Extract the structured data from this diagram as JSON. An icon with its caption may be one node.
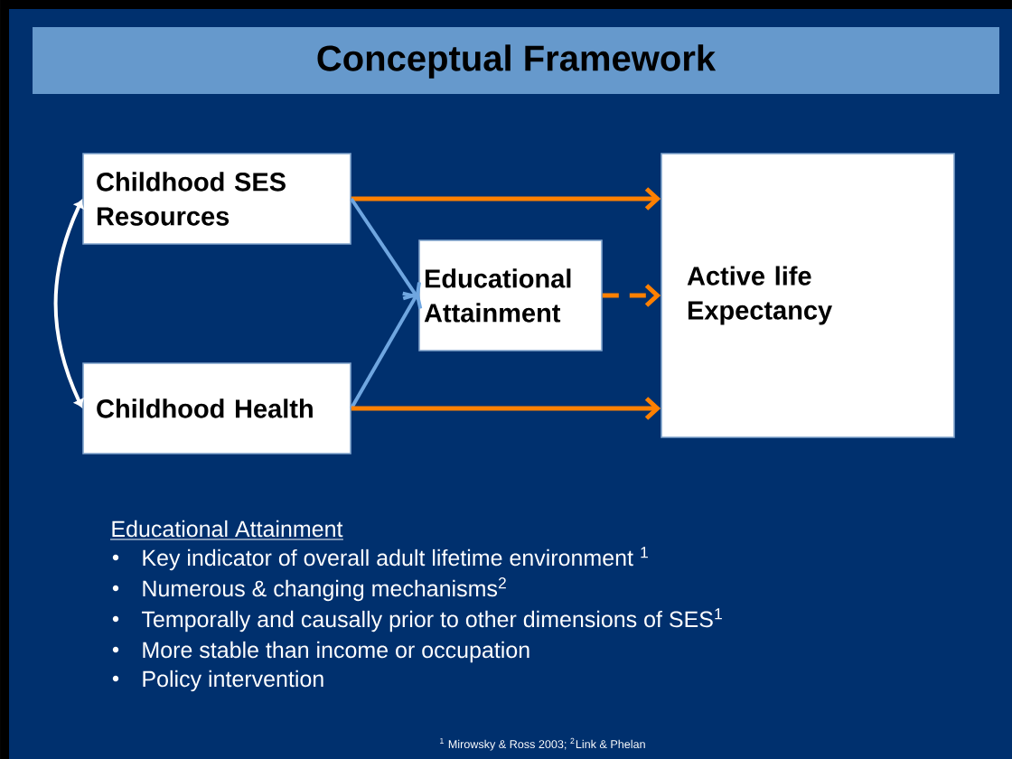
{
  "diagram": {
    "title": "Conceptual Framework",
    "nodes": [
      {
        "text": [
          "Childhood SES Resources"
        ]
      },
      {
        "text": [
          "Educational Attainment"
        ]
      },
      {
        "text": [
          "Active life Expectancy"
        ]
      },
      {
        "text": [
          "Childhood Health"
        ]
      }
    ],
    "edges": [
      {
        "from": 0,
        "to": 2,
        "arrow": "to"
      },
      {
        "from": 0,
        "to": 1,
        "arrow": "to",
        "color": "#6fa6e0"
      },
      {
        "from": 3,
        "to": 1,
        "arrow": "to",
        "color": "#6fa6e0"
      },
      {
        "from": 1,
        "to": 2,
        "arrow": "to",
        "style": "dashed"
      },
      {
        "from": 3,
        "to": 2,
        "arrow": "to"
      },
      {
        "from": 0,
        "to": 3,
        "arrow": "both",
        "color": "#ffffff"
      }
    ],
    "labels": [
      "Educational Attainment",
      "Key indicator of overall adult lifetime environment $^{1}$",
      "Numerous & changing mechanisms$^{2}$",
      "Temporally and causally prior to other dimensions of SES$^{1}$",
      "More stable than income or occupation",
      "Policy intervention",
      "$^{1}$ Mirowsky & Ross 2003; $^{2}$Link & Phelan"
    ]
  }
}
